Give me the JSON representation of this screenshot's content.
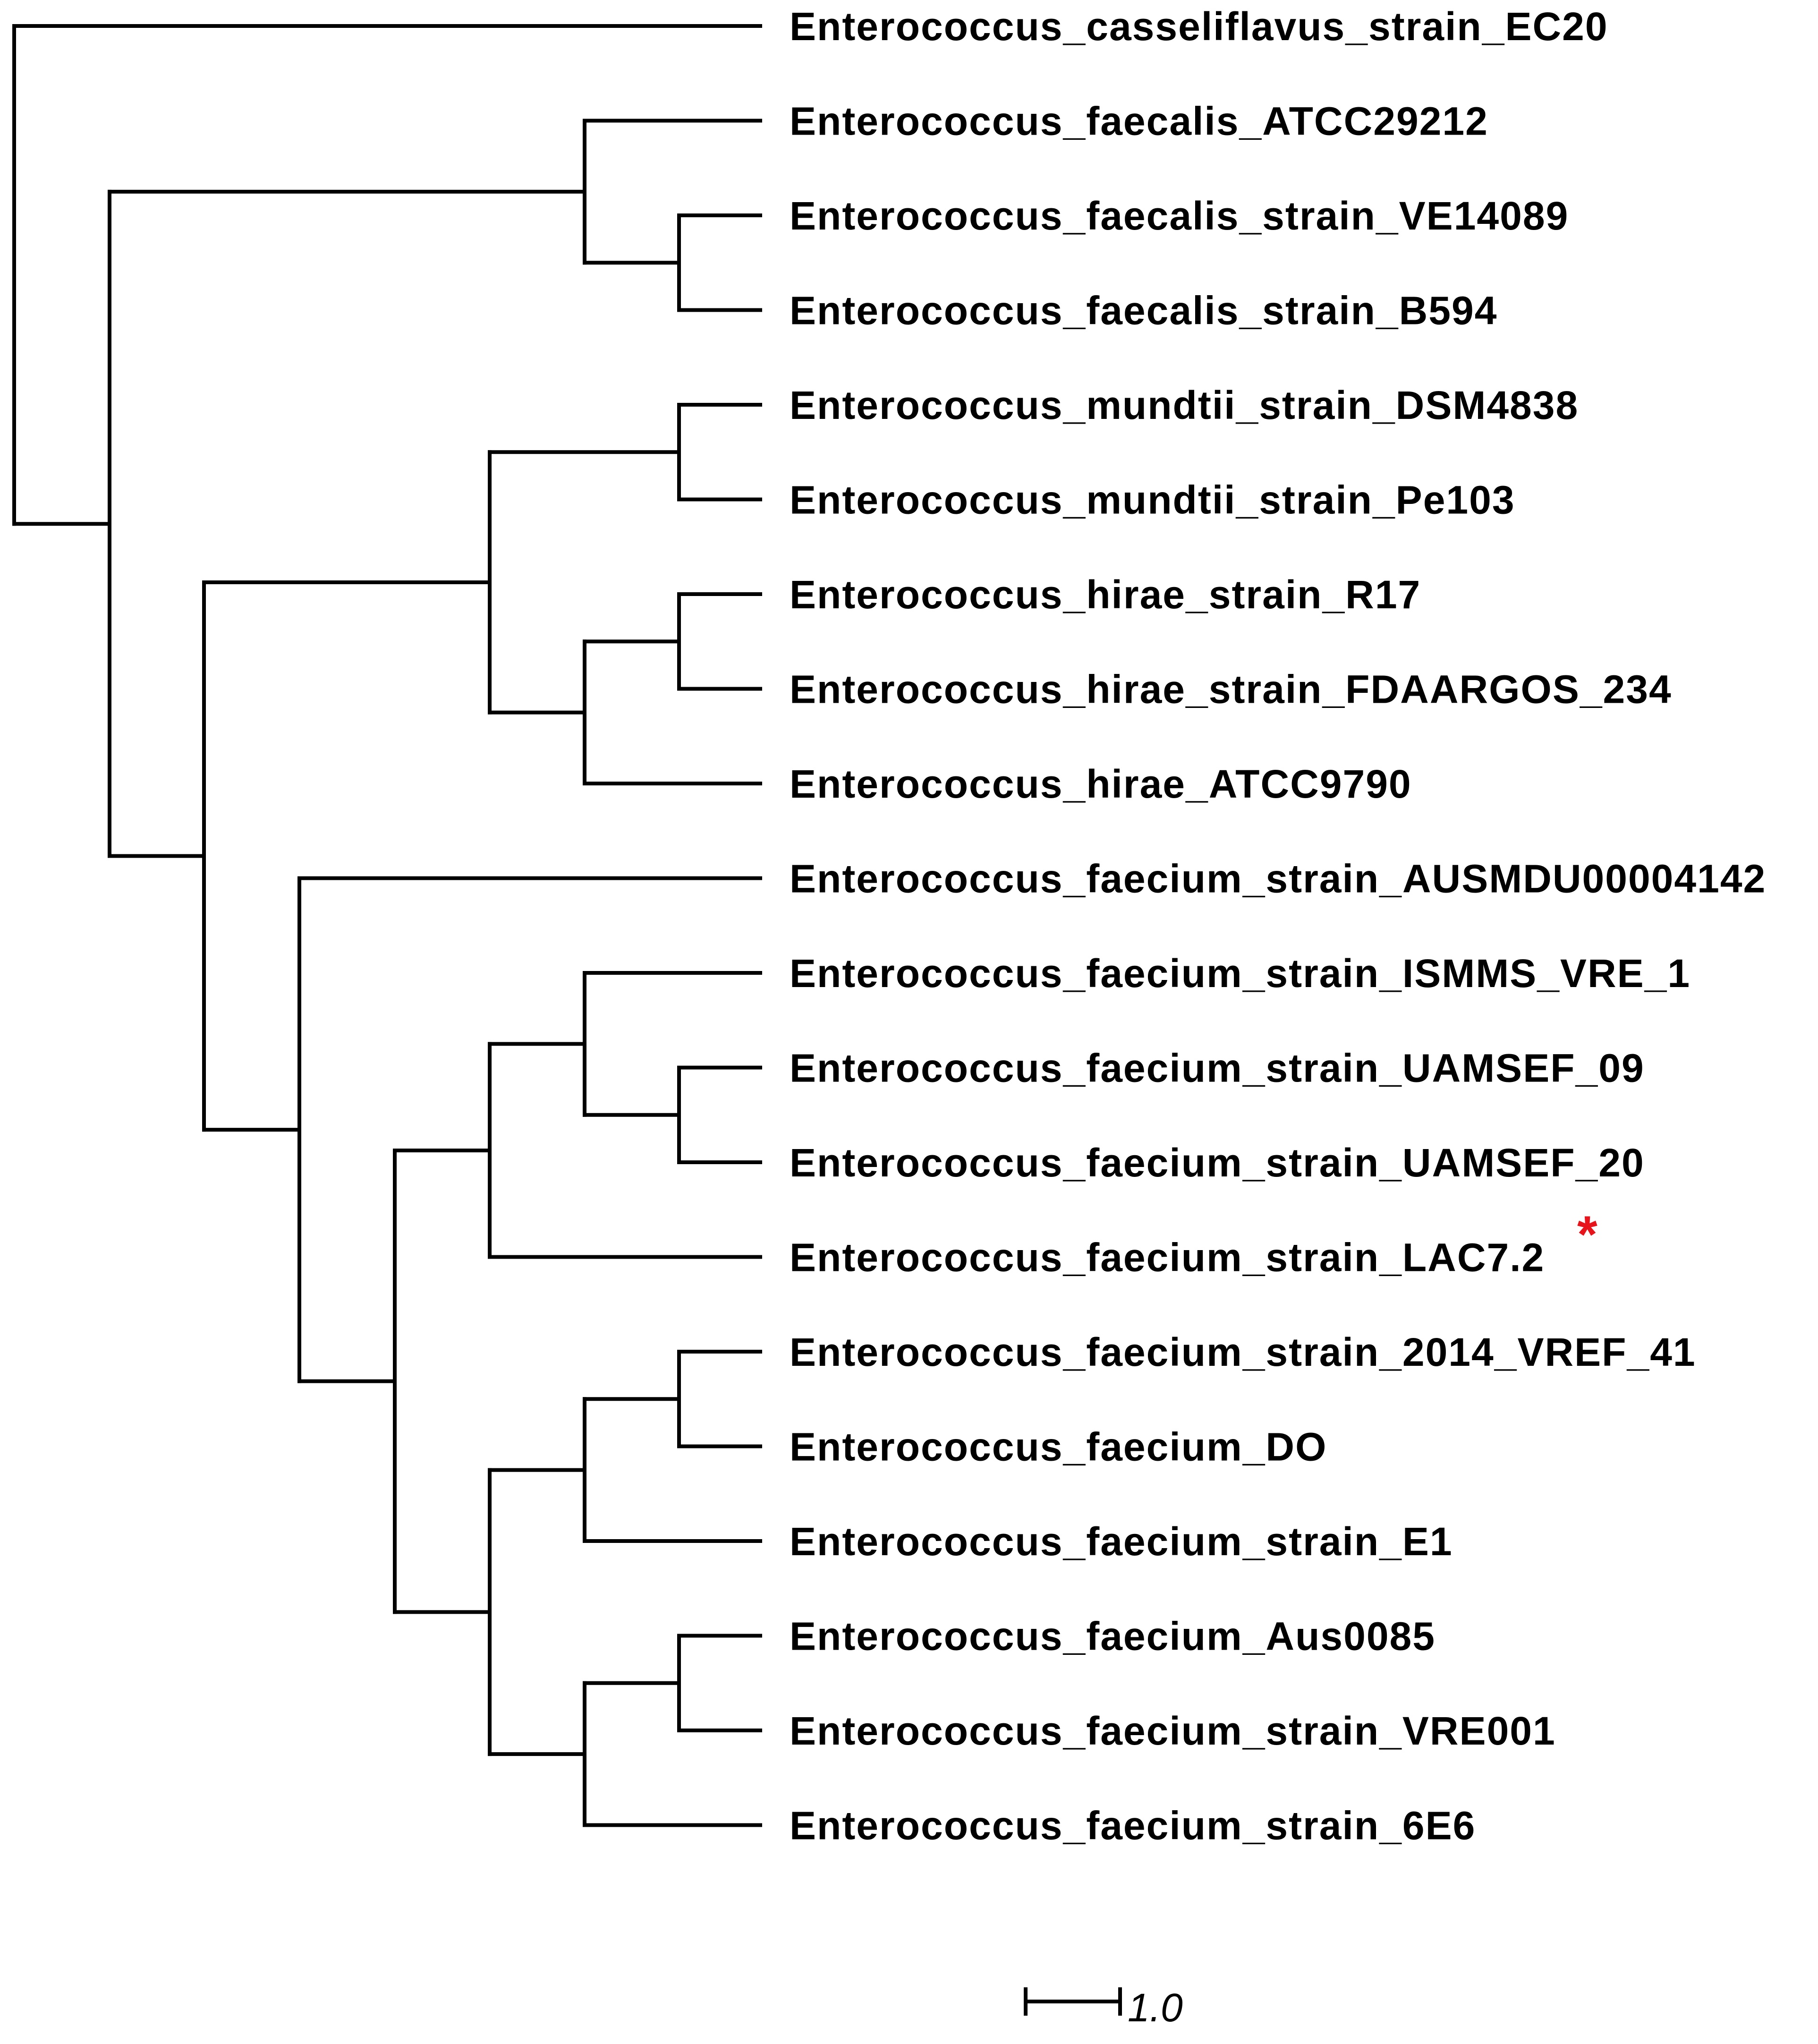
{
  "tree": {
    "leaves": [
      "Enterococcus_casseliflavus_strain_EC20",
      "Enterococcus_faecalis_ATCC29212",
      "Enterococcus_faecalis_strain_VE14089",
      "Enterococcus_faecalis_strain_B594",
      "Enterococcus_mundtii_strain_DSM4838",
      "Enterococcus_mundtii_strain_Pe103",
      "Enterococcus_hirae_strain_R17",
      "Enterococcus_hirae_strain_FDAARGOS_234",
      "Enterococcus_hirae_ATCC9790",
      "Enterococcus_faecium_strain_AUSMDU00004142",
      "Enterococcus_faecium_strain_ISMMS_VRE_1",
      "Enterococcus_faecium_strain_UAMSEF_09",
      "Enterococcus_faecium_strain_UAMSEF_20",
      "Enterococcus_faecium_strain_LAC7.2",
      "Enterococcus_faecium_strain_2014_VREF_41",
      "Enterococcus_faecium_DO",
      "Enterococcus_faecium_strain_E1",
      "Enterococcus_faecium_Aus0085",
      "Enterococcus_faecium_strain_VRE001",
      "Enterococcus_faecium_strain_6E6"
    ],
    "highlight": {
      "leaf": "Enterococcus_faecium_strain_LAC7.2",
      "symbol": "*",
      "color": "#e8141b"
    },
    "scale_bar": {
      "label": "1.0",
      "length": 1.0
    }
  }
}
